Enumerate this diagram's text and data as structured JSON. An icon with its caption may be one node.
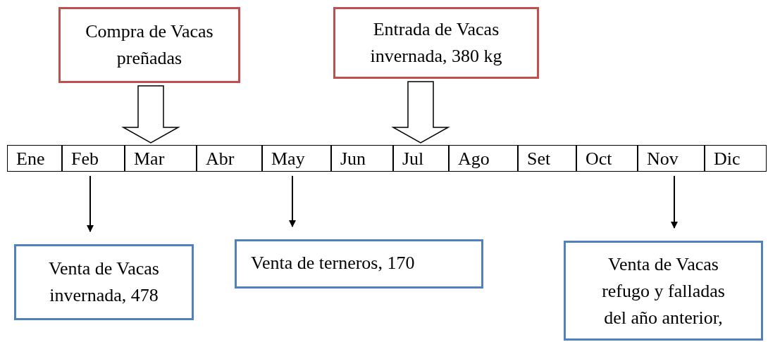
{
  "diagram": {
    "nodes": [
      {
        "text": [
          "Compra de Vacas preñadas"
        ]
      },
      {
        "text": [
          "Entrada de Vacas invernada, 380 kg"
        ]
      },
      {
        "text": [
          "Ene"
        ]
      },
      {
        "text": [
          "Feb"
        ]
      },
      {
        "text": [
          "Mar"
        ]
      },
      {
        "text": [
          "Abr"
        ]
      },
      {
        "text": [
          "May"
        ]
      },
      {
        "text": [
          "Jun"
        ]
      },
      {
        "text": [
          "Jul"
        ]
      },
      {
        "text": [
          "Ago"
        ]
      },
      {
        "text": [
          "Set"
        ]
      },
      {
        "text": [
          "Oct"
        ]
      },
      {
        "text": [
          "Nov"
        ]
      },
      {
        "text": [
          "Dic"
        ]
      },
      {
        "text": [
          "Venta de Vacas invernada, 478"
        ]
      },
      {
        "text": [
          "Venta de terneros, 170"
        ]
      },
      {
        "text": [
          "Venta de Vacas refugo y falladas del año anterior,"
        ]
      }
    ],
    "edges": [
      {
        "from": 0,
        "to": 4,
        "arrow": "to",
        "style": "thick"
      },
      {
        "from": 1,
        "to": 8,
        "arrow": "to",
        "style": "thick"
      },
      {
        "from": 3,
        "to": 14,
        "arrow": "to"
      },
      {
        "from": 6,
        "to": 15,
        "arrow": "to"
      },
      {
        "from": 12,
        "to": 16,
        "arrow": "to"
      }
    ]
  }
}
